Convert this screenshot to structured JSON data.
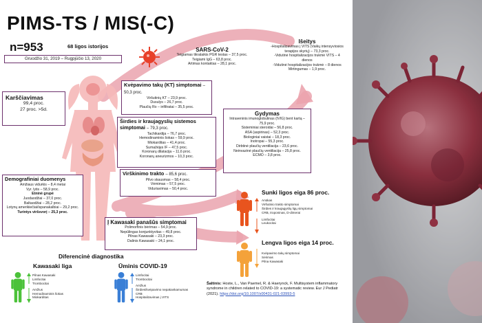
{
  "title": "PIMS-TS / MIS(-C)",
  "stats": {
    "n": "n=953",
    "studies": "68 ligos istorijos"
  },
  "date_range": "Gruodžio 31, 2019 – Rugpjūčio 13, 2020",
  "fever": {
    "title": "Karščiavimas",
    "lines": [
      "99,4 proc.",
      "27 proc. >5d."
    ]
  },
  "sars": {
    "title": "SARS-CoV-2",
    "lines": [
      "Teigiamas tikralaikis PGR testas – 37,5 proc.",
      "Teigiami IgG – 63,8 proc.",
      "Artimas kontaktas – 28,1 proc."
    ]
  },
  "respiratory": {
    "title": "Kvėpavimo takų (KT) simptomai",
    "value": "– 50,3 proc.",
    "lines": [
      "Viršutinių KT – 23,9 proc.",
      "Dusulys – 26,7 proc.",
      "Plaučių Ro – infiltratai – 35,5 proc."
    ]
  },
  "cardio": {
    "title": "Širdies ir kraujagyslių sistemos simptomai",
    "value": "– 79,3 proc.",
    "lines": [
      "Tachikardija – 76,7 proc.",
      "Hemodinaminis šokas – 59,9 proc.",
      "Miokarditas – 41,4 proc.",
      "Sumažėjęs IF – 47,5 proc.",
      "Koronarų dilatacija – 11,6 proc.",
      "Koronarų aneurizmos – 10,3 proc."
    ]
  },
  "gi": {
    "title": "Virškinimo trakto",
    "value": "– 85,6 proc.",
    "lines": [
      "Pilvo skausmas – 58,4 proc.",
      "Vėmimas – 57,5 proc.",
      "Viduriavimas – 50,4 proc."
    ]
  },
  "demographics": {
    "title": "Demografiniai duomenys",
    "lines": [
      "Amžiaus vidurkis – 8,4 metai",
      "Vyr. lytis – 58,9 proc."
    ],
    "ethnic_title": "Etninė grupė",
    "ethnic_lines": [
      "Juodaodžiai – 37,0 proc.",
      "Baltaodžiai – 28,2 proc.",
      "Lotynų amerikiečiai/ispanakalbiai – 29,2 proc."
    ],
    "overweight": "Turintys viršsvorį – 25,3 proc."
  },
  "kawasaki_like": {
    "title": "Į Kawasaki panašūs simptomai",
    "lines": [
      "Polimorfinis bėrimas – 54,9 proc.",
      "Nepūlingas konjunktyvitas – 49,8 proc.",
      "Pilnas Kawasaki – 23,3 proc.",
      "Dalinis Kawasaki – 24,1 proc."
    ]
  },
  "treatment": {
    "title": "Gydymas",
    "lines": [
      "Intraveninis imunoglobulinas (IVIG) bent kartą – 75,9 proc.",
      "Sisteminiai steroidai – 56,8 proc.",
      "ASA (aspirinas) – 52,3 proc.",
      "Biologiniai vaistai – 18,3 proc.",
      "Inotropai – 55,3 proc.",
      "Dirbtinė plaučių ventiliacija – 23,6 proc.",
      "Neinvazinė plaučių ventiliacija – 25,8 proc.",
      "ECMO – 3,8 proc."
    ]
  },
  "outcome": {
    "title": "Išeitys",
    "lines": [
      "-Hospitalizavimas į VITS (Vaikų intensyviosios terapijos skyrių) – 73,3 proc.",
      "-Vidutinė hospitalizacijos trukmė VITS – 4 dienos",
      "-Vidutinė hospitalizacijos trukmė – 8 dienos",
      "Mirtingumas – 1,9 proc."
    ]
  },
  "severe": {
    "title": "Sunki ligos eiga 86 proc.",
    "lines": [
      "Anūkas",
      "Viršutinio trakto simptomai",
      "Širdies ir kraujagyslių ligų simptomai",
      "CRB, troponinas, D-dimerai",
      "",
      "Limfocitai",
      "Leukocitai"
    ]
  },
  "mild": {
    "title": "Lengva ligos eiga 14 proc.",
    "lines": [
      "Kvėpavimo takų simptomai",
      "Sėrimas",
      "Pilna Kawasaki"
    ]
  },
  "differential": {
    "title": "Diferencinė diagnostika",
    "kawasaki": {
      "title": "Kawasaki liga",
      "lines": [
        "Pilnas Kawasaki",
        "Limfocitai",
        "Trombocitai",
        "",
        "Amžius",
        "Hemodinaminis šokas",
        "Miokarditas"
      ]
    },
    "covid": {
      "title": "Ūminis COVID-19",
      "lines": [
        "Limfocitai",
        "Trombocitai",
        "",
        "Amžius",
        "Širdies/kvėpavimo nepakankamumas",
        "CRB",
        "Hospitalizavimas į VITS"
      ]
    }
  },
  "source": {
    "label": "Šaltinis:",
    "text": "Hoste, L., Van Paemel, R. & Haerynck, F. Multisystem inflammatory syndrome in children related to COVID-19: a systematic review. Eur J Pediatr (2021).",
    "link": "https://doi.org/10.1007/s00431-021-03993-5"
  },
  "colors": {
    "box_border": "#6b2f6b",
    "arrow": "#e88d9a",
    "green_child": "#4cc23a",
    "blue_child": "#3a7fd6",
    "red_child": "#e8541e",
    "orange_child": "#f4a23a",
    "girl_body": "#f2a6a6"
  },
  "icons": [
    "virus-icon",
    "girl-body-icon",
    "child-figure-icon",
    "up-arrow-icon",
    "down-arrow-icon"
  ]
}
